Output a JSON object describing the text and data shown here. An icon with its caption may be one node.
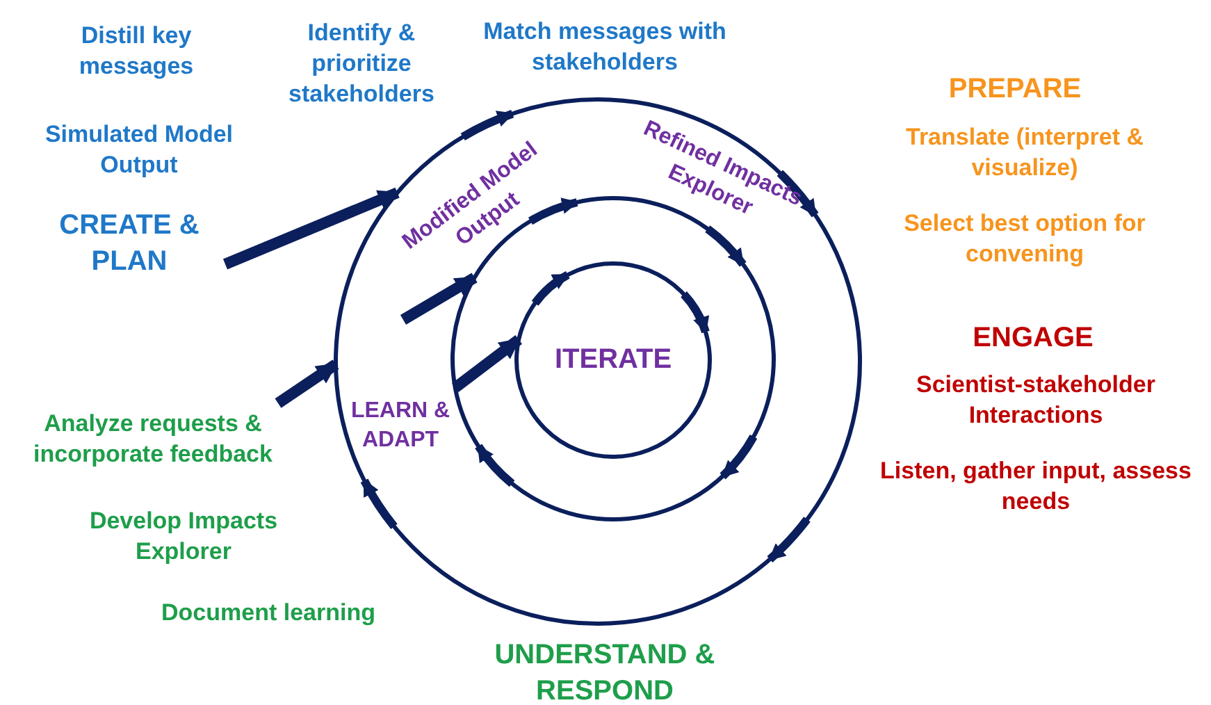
{
  "diagram": {
    "nodes": [
      {
        "text": [],
        "shape": "circle"
      },
      {
        "text": [],
        "shape": "circle",
        "in": 0
      },
      {
        "text": [
          "ITERATE"
        ],
        "in": 1
      }
    ],
    "edges": [
      {
        "from": null,
        "to": 0,
        "arrow": "to"
      },
      {
        "from": null,
        "to": 0,
        "arrow": "to"
      },
      {
        "from": null,
        "to": 1,
        "arrow": "to"
      },
      {
        "from": 1,
        "to": 2,
        "arrow": "to"
      }
    ],
    "labels": [
      "Distill key messages",
      "Identify & prioritize stakeholders",
      "Match messages with stakeholders",
      "PREPARE",
      "Simulated Model Output",
      "Translate (interpret & visualize)",
      "Modified Model Output",
      "Refined Impacts Explorer",
      "CREATE & PLAN",
      "Select best option for convening",
      "ENGAGE",
      "Scientist-stakeholder Interactions",
      "Analyze requests & incorporate feedback",
      "LEARN & ADAPT",
      "Listen, gather input, assess needs",
      "Develop Impacts Explorer",
      "Document learning",
      "UNDERSTAND & RESPOND"
    ]
  }
}
